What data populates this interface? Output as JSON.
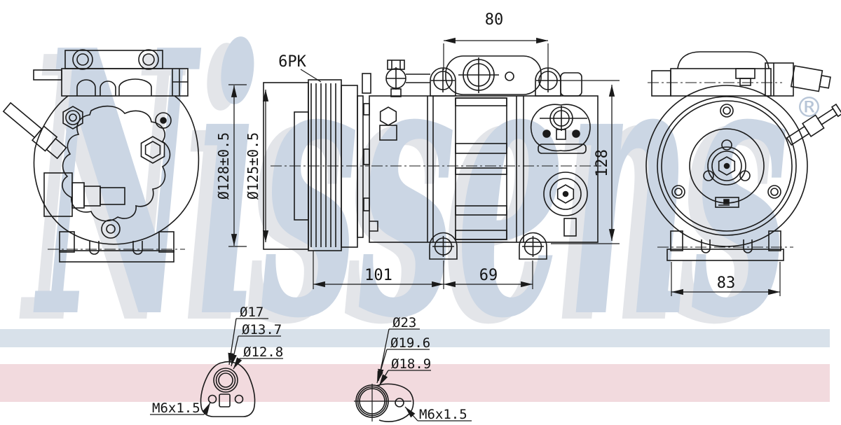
{
  "watermark": {
    "text": "Nissens",
    "registered_mark": "®",
    "blue": "#cbd6e4",
    "gray": "#e3e5e9",
    "registered_color": "#b7c5d7"
  },
  "stripes": {
    "blue_color": "#d8e1ea",
    "pink_color": "#f2dade"
  },
  "drawing": {
    "line_color": "#1a1a1a",
    "views": {
      "pulley_view": {
        "belt_type": "6PK",
        "outer_diameter": "Ø128±0.5",
        "inner_diameter": "Ø125±0.5"
      },
      "side_view": {
        "top_width": "80",
        "height": "128",
        "bottom_width_left": "101",
        "bottom_width_right": "69"
      },
      "rear_view": {
        "base_width": "83"
      }
    },
    "port_details": {
      "left_port": {
        "diameters": [
          "Ø17",
          "Ø13.7",
          "Ø12.8"
        ],
        "thread": "M6x1.5"
      },
      "right_port": {
        "diameters": [
          "Ø23",
          "Ø19.6",
          "Ø18.9"
        ],
        "thread": "M6x1.5"
      }
    }
  }
}
